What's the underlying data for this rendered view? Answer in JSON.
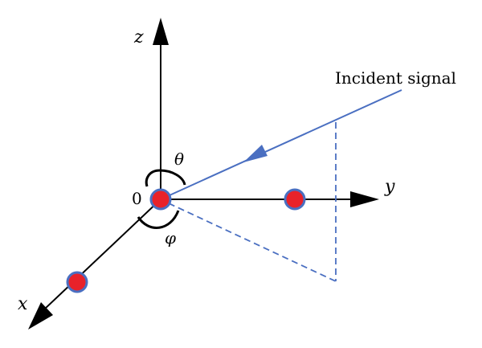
{
  "diagram": {
    "axes": {
      "x_label": "x",
      "y_label": "y",
      "z_label": "z",
      "origin_label": "0"
    },
    "angles": {
      "theta": "θ",
      "phi": "φ"
    },
    "signal": {
      "label": "Incident signal"
    },
    "colors": {
      "axis": "#000000",
      "signal": "#4a6fc1",
      "projection": "#4a6fc1",
      "sensor_fill": "#e8222a",
      "sensor_stroke": "#4a6fc1"
    },
    "sensors": [
      "origin",
      "x-axis",
      "y-axis"
    ]
  }
}
